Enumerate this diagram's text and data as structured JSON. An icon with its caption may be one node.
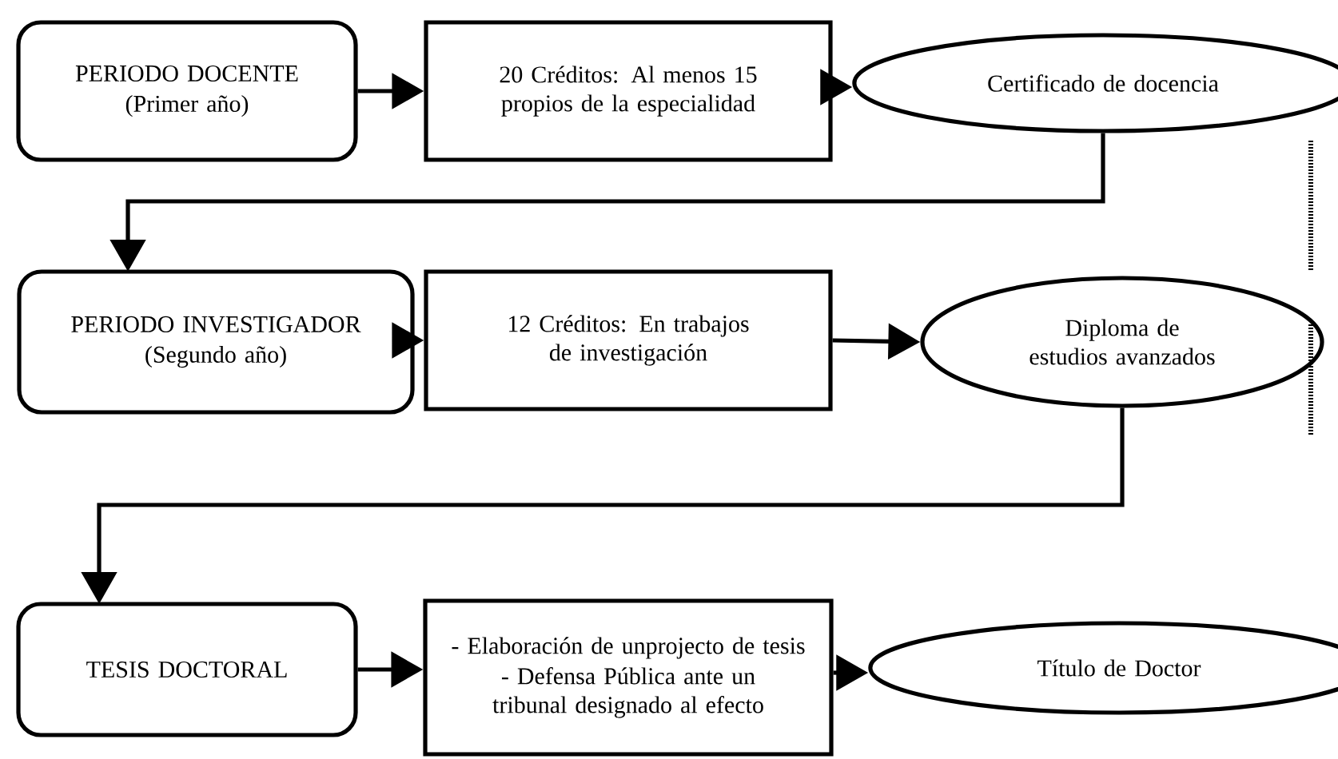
{
  "diagram": {
    "nodes": [
      {
        "text": [
          "PERIODO DOCENTE",
          "(Primer año)"
        ]
      },
      {
        "text": [
          "20 Créditos: Al menos 15 propios de la especialidad"
        ]
      },
      {
        "text": [
          "Certificado de docencia"
        ]
      },
      {
        "text": [
          "PERIODO INVESTIGADOR",
          "(Segundo año)"
        ]
      },
      {
        "text": [
          "12 Créditos: En trabajos de investigación"
        ]
      },
      {
        "text": [
          "Diploma de estudios avanzados"
        ]
      },
      {
        "text": [
          "TESIS DOCTORAL"
        ]
      },
      {
        "text": [
          "- Elaboración de unprojecto de tesis",
          "- Defensa Pública ante un tribunal designado al efecto"
        ]
      },
      {
        "text": [
          "Título de Doctor"
        ]
      }
    ],
    "edges": [
      {
        "from": 0,
        "to": 1,
        "arrow": "to"
      },
      {
        "from": 1,
        "to": 2,
        "arrow": "to"
      },
      {
        "from": 2,
        "to": 3,
        "arrow": "to"
      },
      {
        "from": 3,
        "to": 4,
        "arrow": "to"
      },
      {
        "from": 4,
        "to": 5,
        "arrow": "to"
      },
      {
        "from": 5,
        "to": 6,
        "arrow": "to"
      },
      {
        "from": 6,
        "to": 7,
        "arrow": "to"
      },
      {
        "from": 7,
        "to": 8,
        "arrow": "to"
      }
    ]
  }
}
